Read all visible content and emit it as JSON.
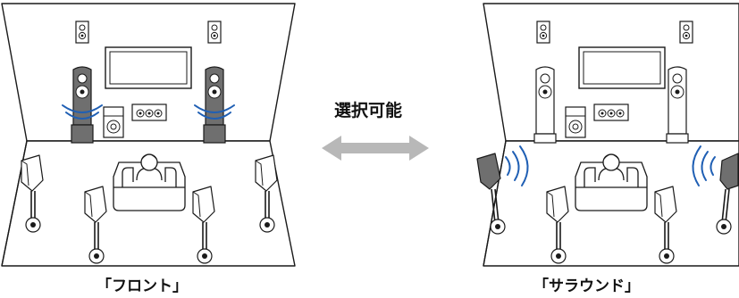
{
  "labels": {
    "left_caption": "「フロント」",
    "right_caption": "「サラウンド」",
    "center_label": "選択可能"
  },
  "colors": {
    "line": "#1a1a1a",
    "speaker_fill": "#ffffff",
    "highlight_speaker": "#6f6f6f",
    "sound_wave": "#1f5fb4",
    "arrow": "#b8b8b8"
  },
  "icons": {
    "arrow": "double-headed-arrow-icon",
    "front_highlight": "front-height-sound-waves-icon",
    "surround_highlight": "surround-back-sound-waves-icon"
  }
}
